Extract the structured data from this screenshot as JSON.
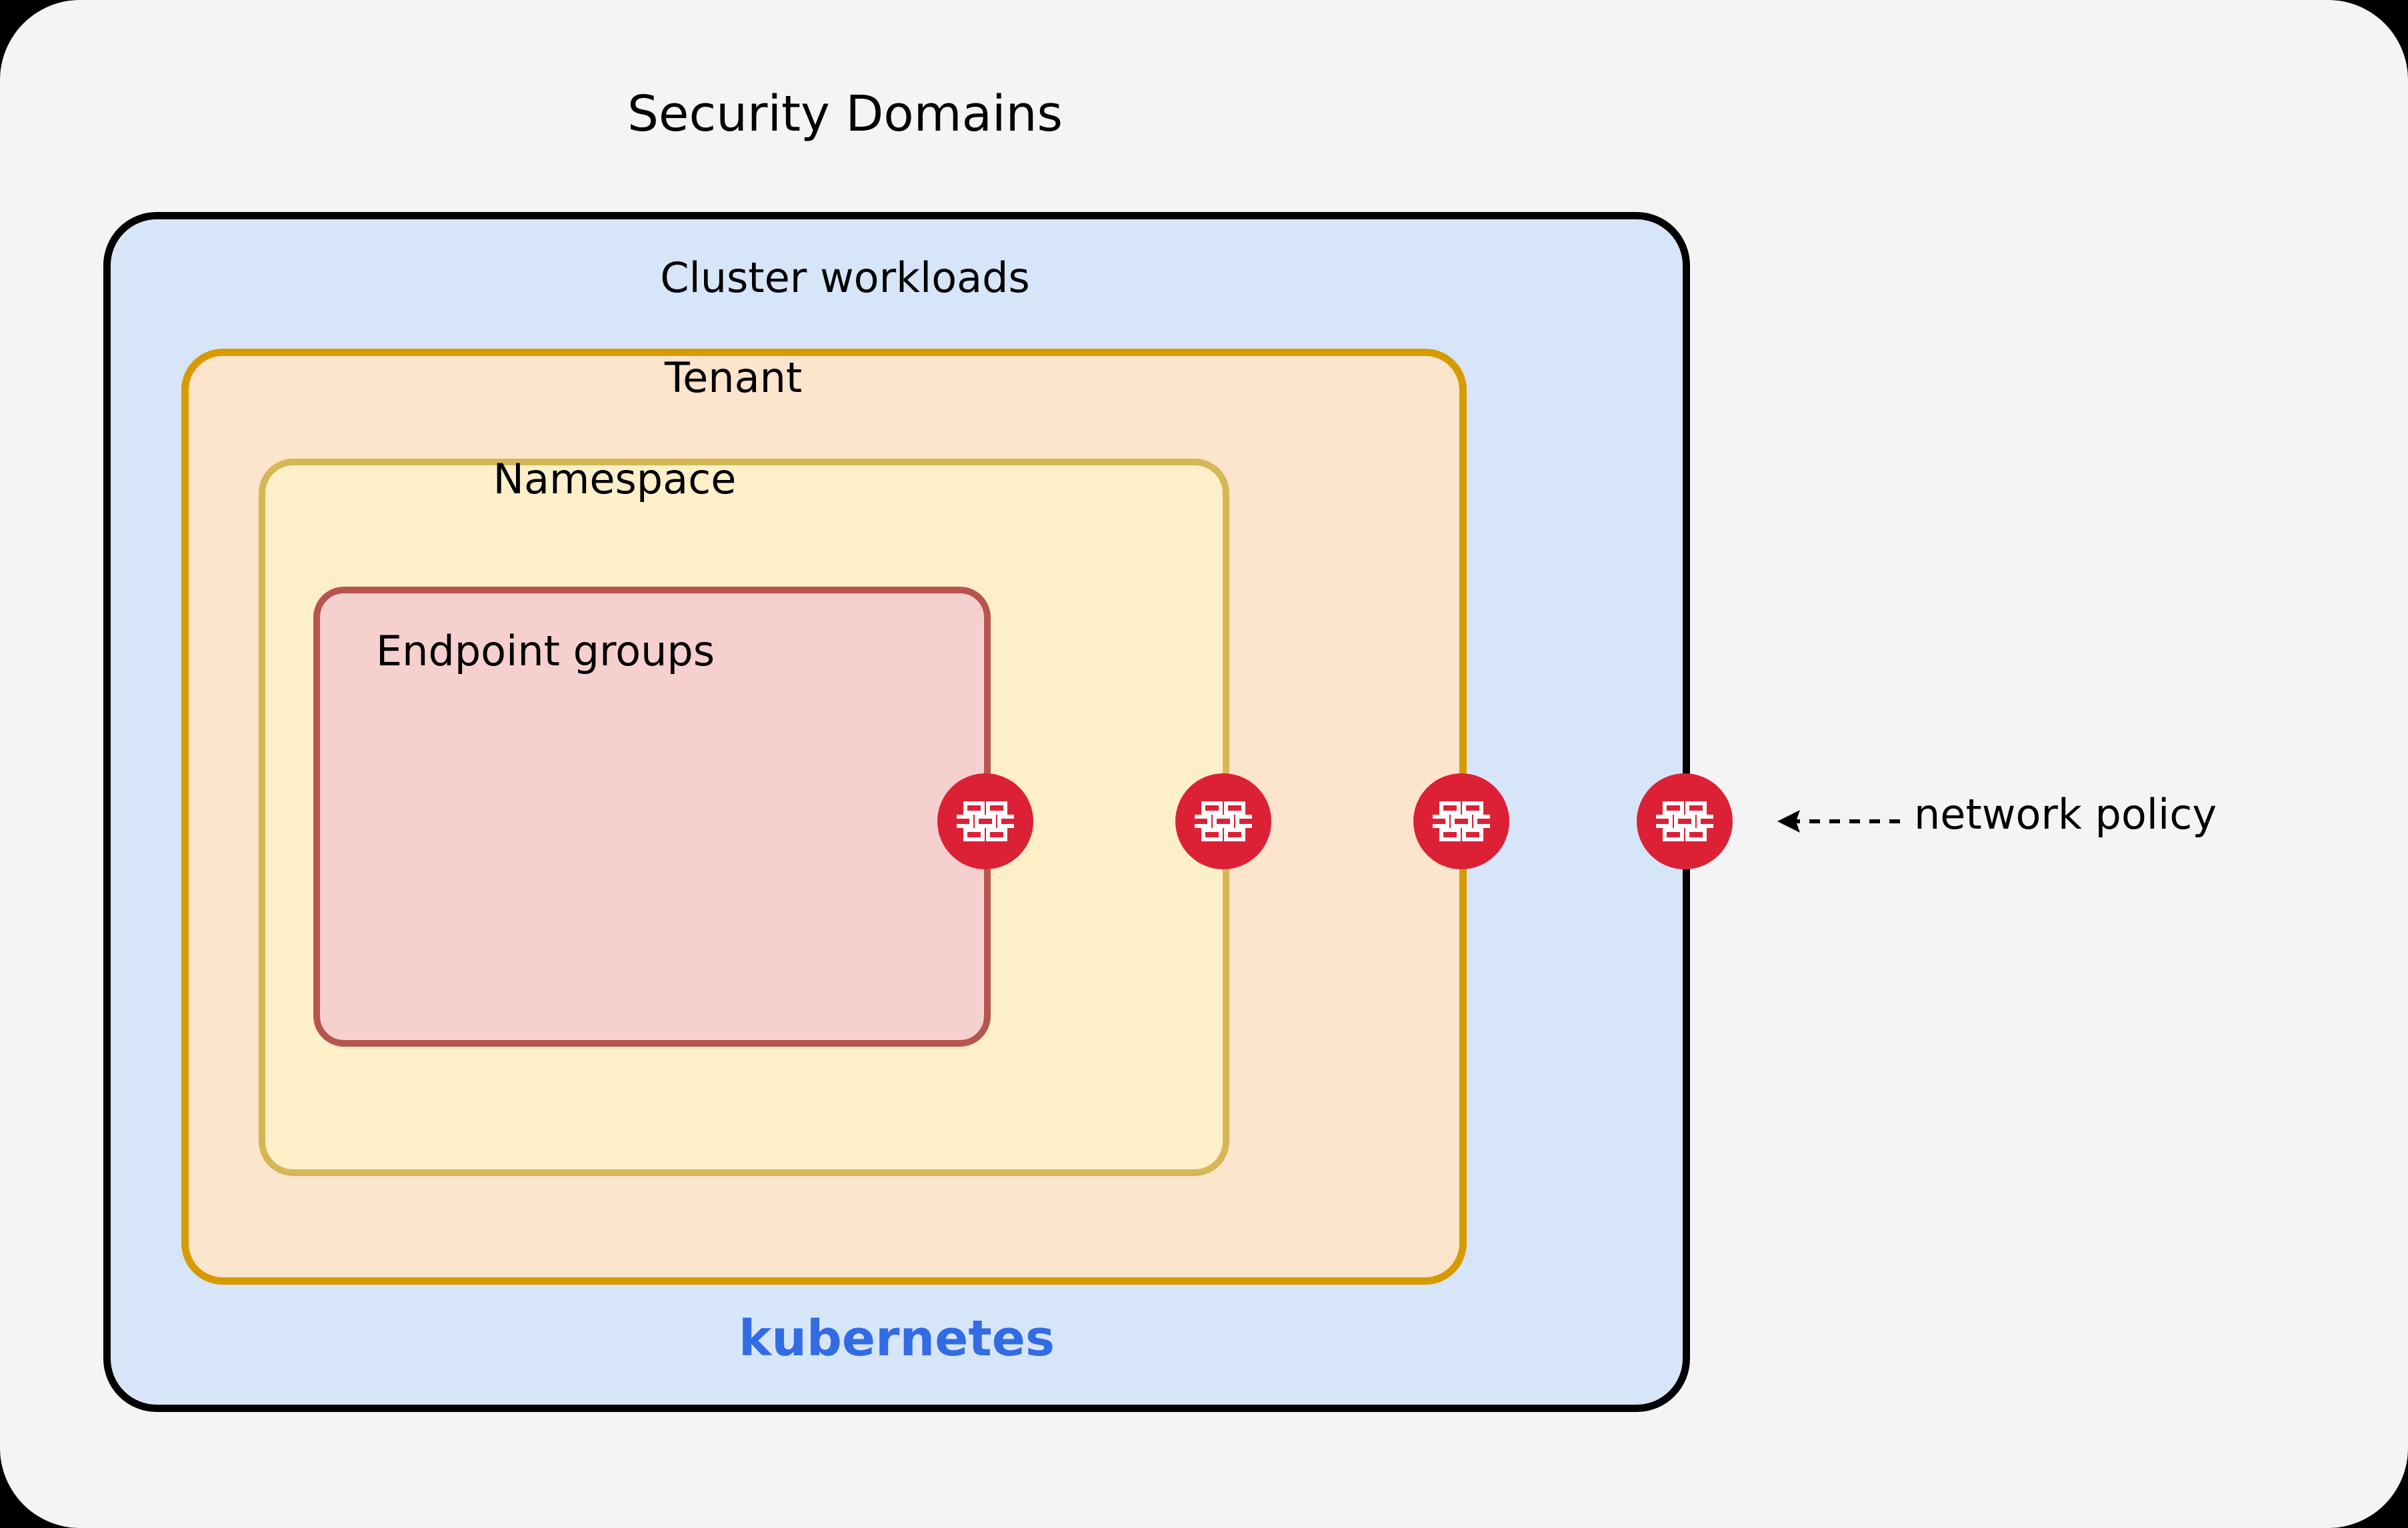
{
  "diagram": {
    "title": "Security Domains",
    "type": "nested-containment",
    "background_color": "#f4f4f4",
    "page_border_color": "#000000"
  },
  "layers": [
    {
      "id": "security-domains",
      "label": "Security Domains",
      "fill": "#f4f4f4",
      "stroke": "#000000",
      "level": 0
    },
    {
      "id": "cluster-workloads",
      "label": "Cluster workloads",
      "fill": "#d7e5f9",
      "stroke": "#000000",
      "level": 1
    },
    {
      "id": "tenant",
      "label": "Tenant",
      "fill": "#fde4cc",
      "stroke": "#d79b00",
      "level": 2
    },
    {
      "id": "namespace",
      "label": "Namespace",
      "fill": "#fdf0c9",
      "stroke": "#d6b656",
      "level": 3
    },
    {
      "id": "endpoint-groups",
      "label": "Endpoint groups",
      "fill": "#f6d0cf",
      "stroke": "#b85450",
      "level": 4
    }
  ],
  "platform": {
    "name": "kubernetes",
    "color": "#326ce5"
  },
  "annotation": {
    "label": "network policy",
    "arrow_style": "dashed",
    "arrow_direction": "left",
    "badge_color": "#dc2136",
    "badge_icon": "firewall-brick-icon",
    "badge_count": 4
  },
  "badges": [
    {
      "id": "policy-endpoint-groups",
      "boundary": "endpoint-groups"
    },
    {
      "id": "policy-namespace",
      "boundary": "namespace"
    },
    {
      "id": "policy-tenant",
      "boundary": "tenant"
    },
    {
      "id": "policy-cluster-workloads",
      "boundary": "cluster-workloads"
    }
  ]
}
